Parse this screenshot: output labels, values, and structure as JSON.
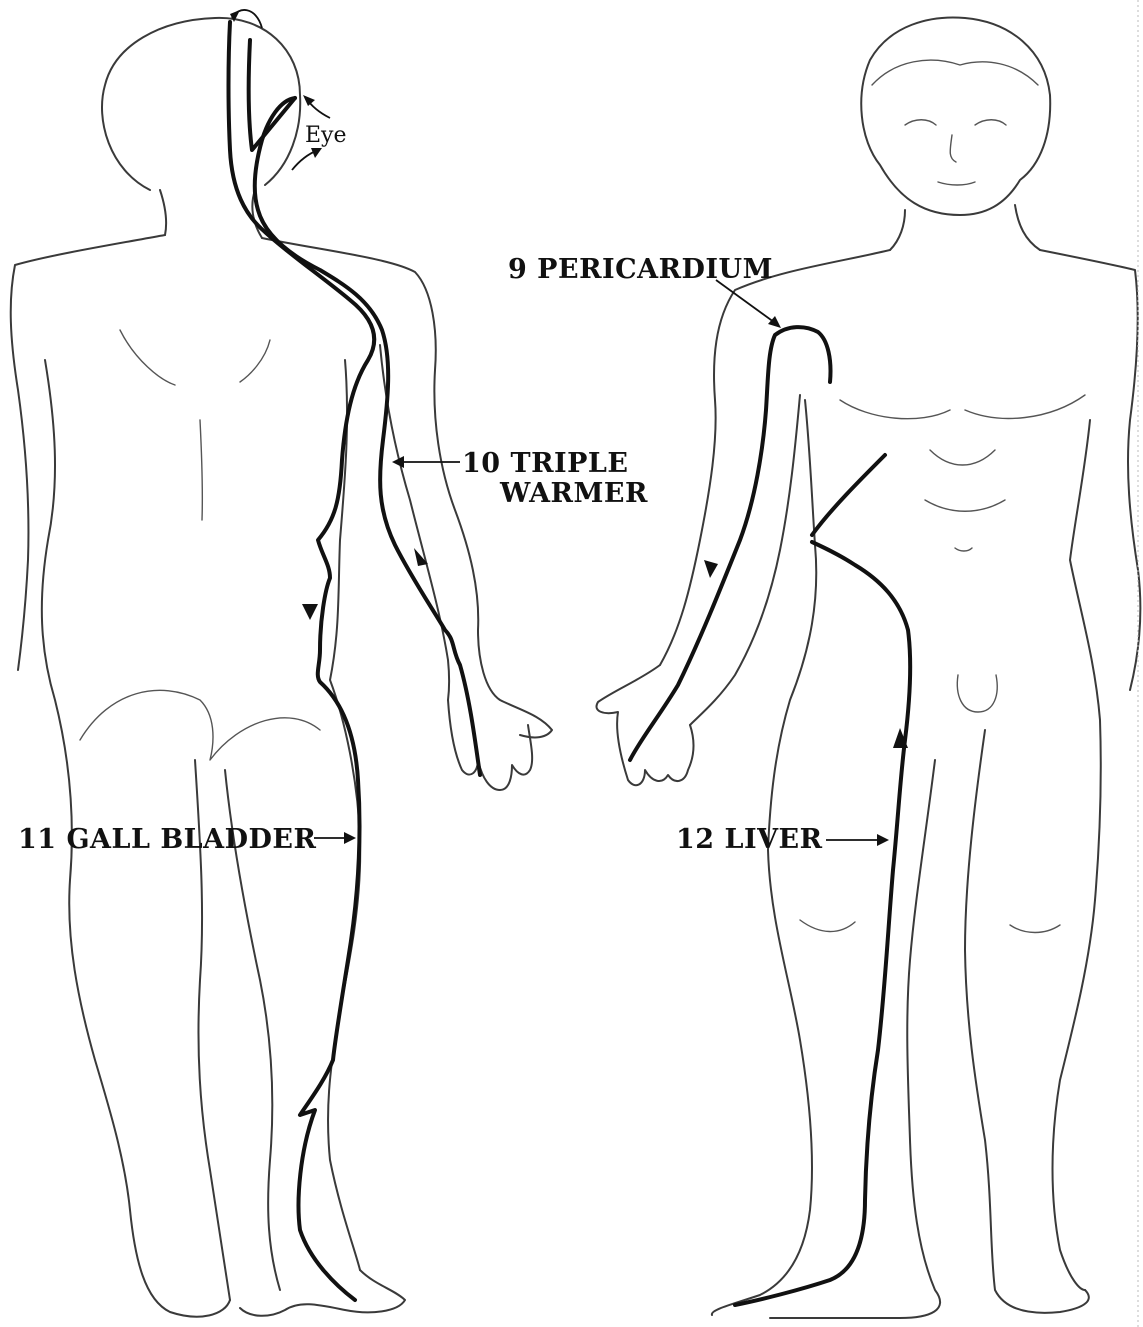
{
  "labels": {
    "eye": "Eye",
    "pericardium": "9 PERICARDIUM",
    "triple_warmer_line1": "10 TRIPLE",
    "triple_warmer_line2": "WARMER",
    "gall_bladder": "11 GALL BLADDER",
    "liver": "12 LIVER"
  },
  "colors": {
    "line": "#111111",
    "outline": "#3a3a3a",
    "background": "#ffffff"
  }
}
